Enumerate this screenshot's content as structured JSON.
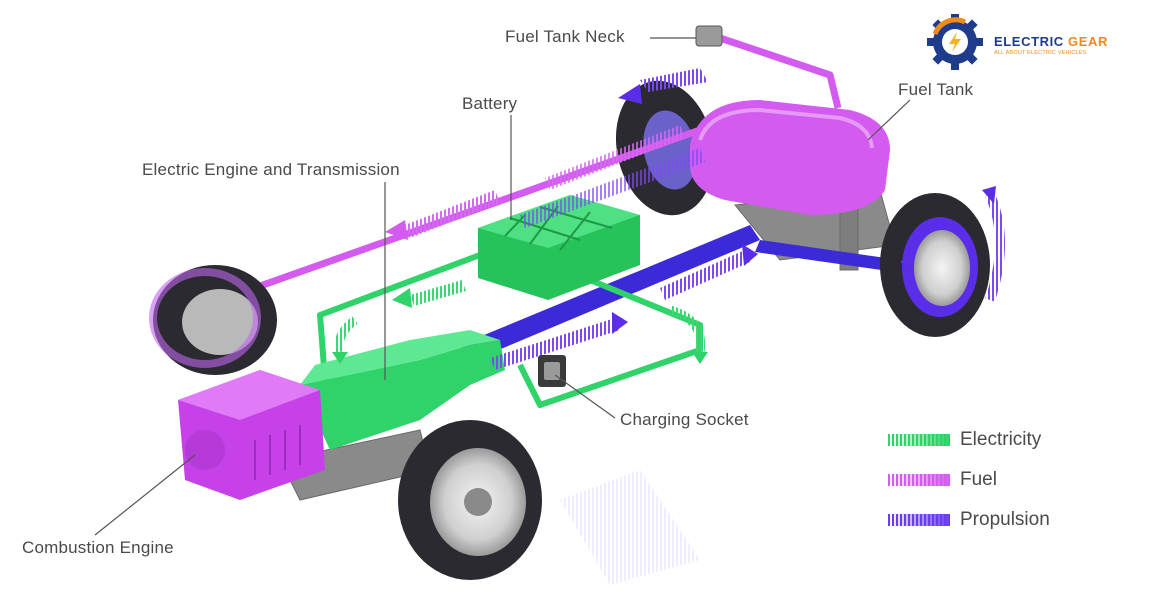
{
  "labels": {
    "fuel_tank_neck": "Fuel Tank Neck",
    "battery": "Battery",
    "fuel_tank": "Fuel Tank",
    "electric_engine": "Electric Engine and Transmission",
    "charging_socket": "Charging Socket",
    "combustion_engine": "Combustion Engine"
  },
  "legend": {
    "items": [
      {
        "label": "Electricity",
        "color": "#2fd36a"
      },
      {
        "label": "Fuel",
        "color": "#d35bf0"
      },
      {
        "label": "Propulsion",
        "color": "#6a3df0"
      }
    ]
  },
  "logo": {
    "title_part1": "ELECTRIC",
    "title_part2": "GEAR",
    "subtitle": "ALL ABOUT ELECTRIC VEHICLES",
    "icon": "gear-lightning-icon"
  },
  "colors": {
    "electricity": "#2fd36a",
    "fuel": "#d35bf0",
    "propulsion": "#5a2ee8",
    "tire": "#2a2a30",
    "chassis": "#8a8a8a",
    "label_text": "#4a4a4a",
    "logo_blue": "#1f3c8c",
    "logo_orange": "#f08a1c"
  }
}
